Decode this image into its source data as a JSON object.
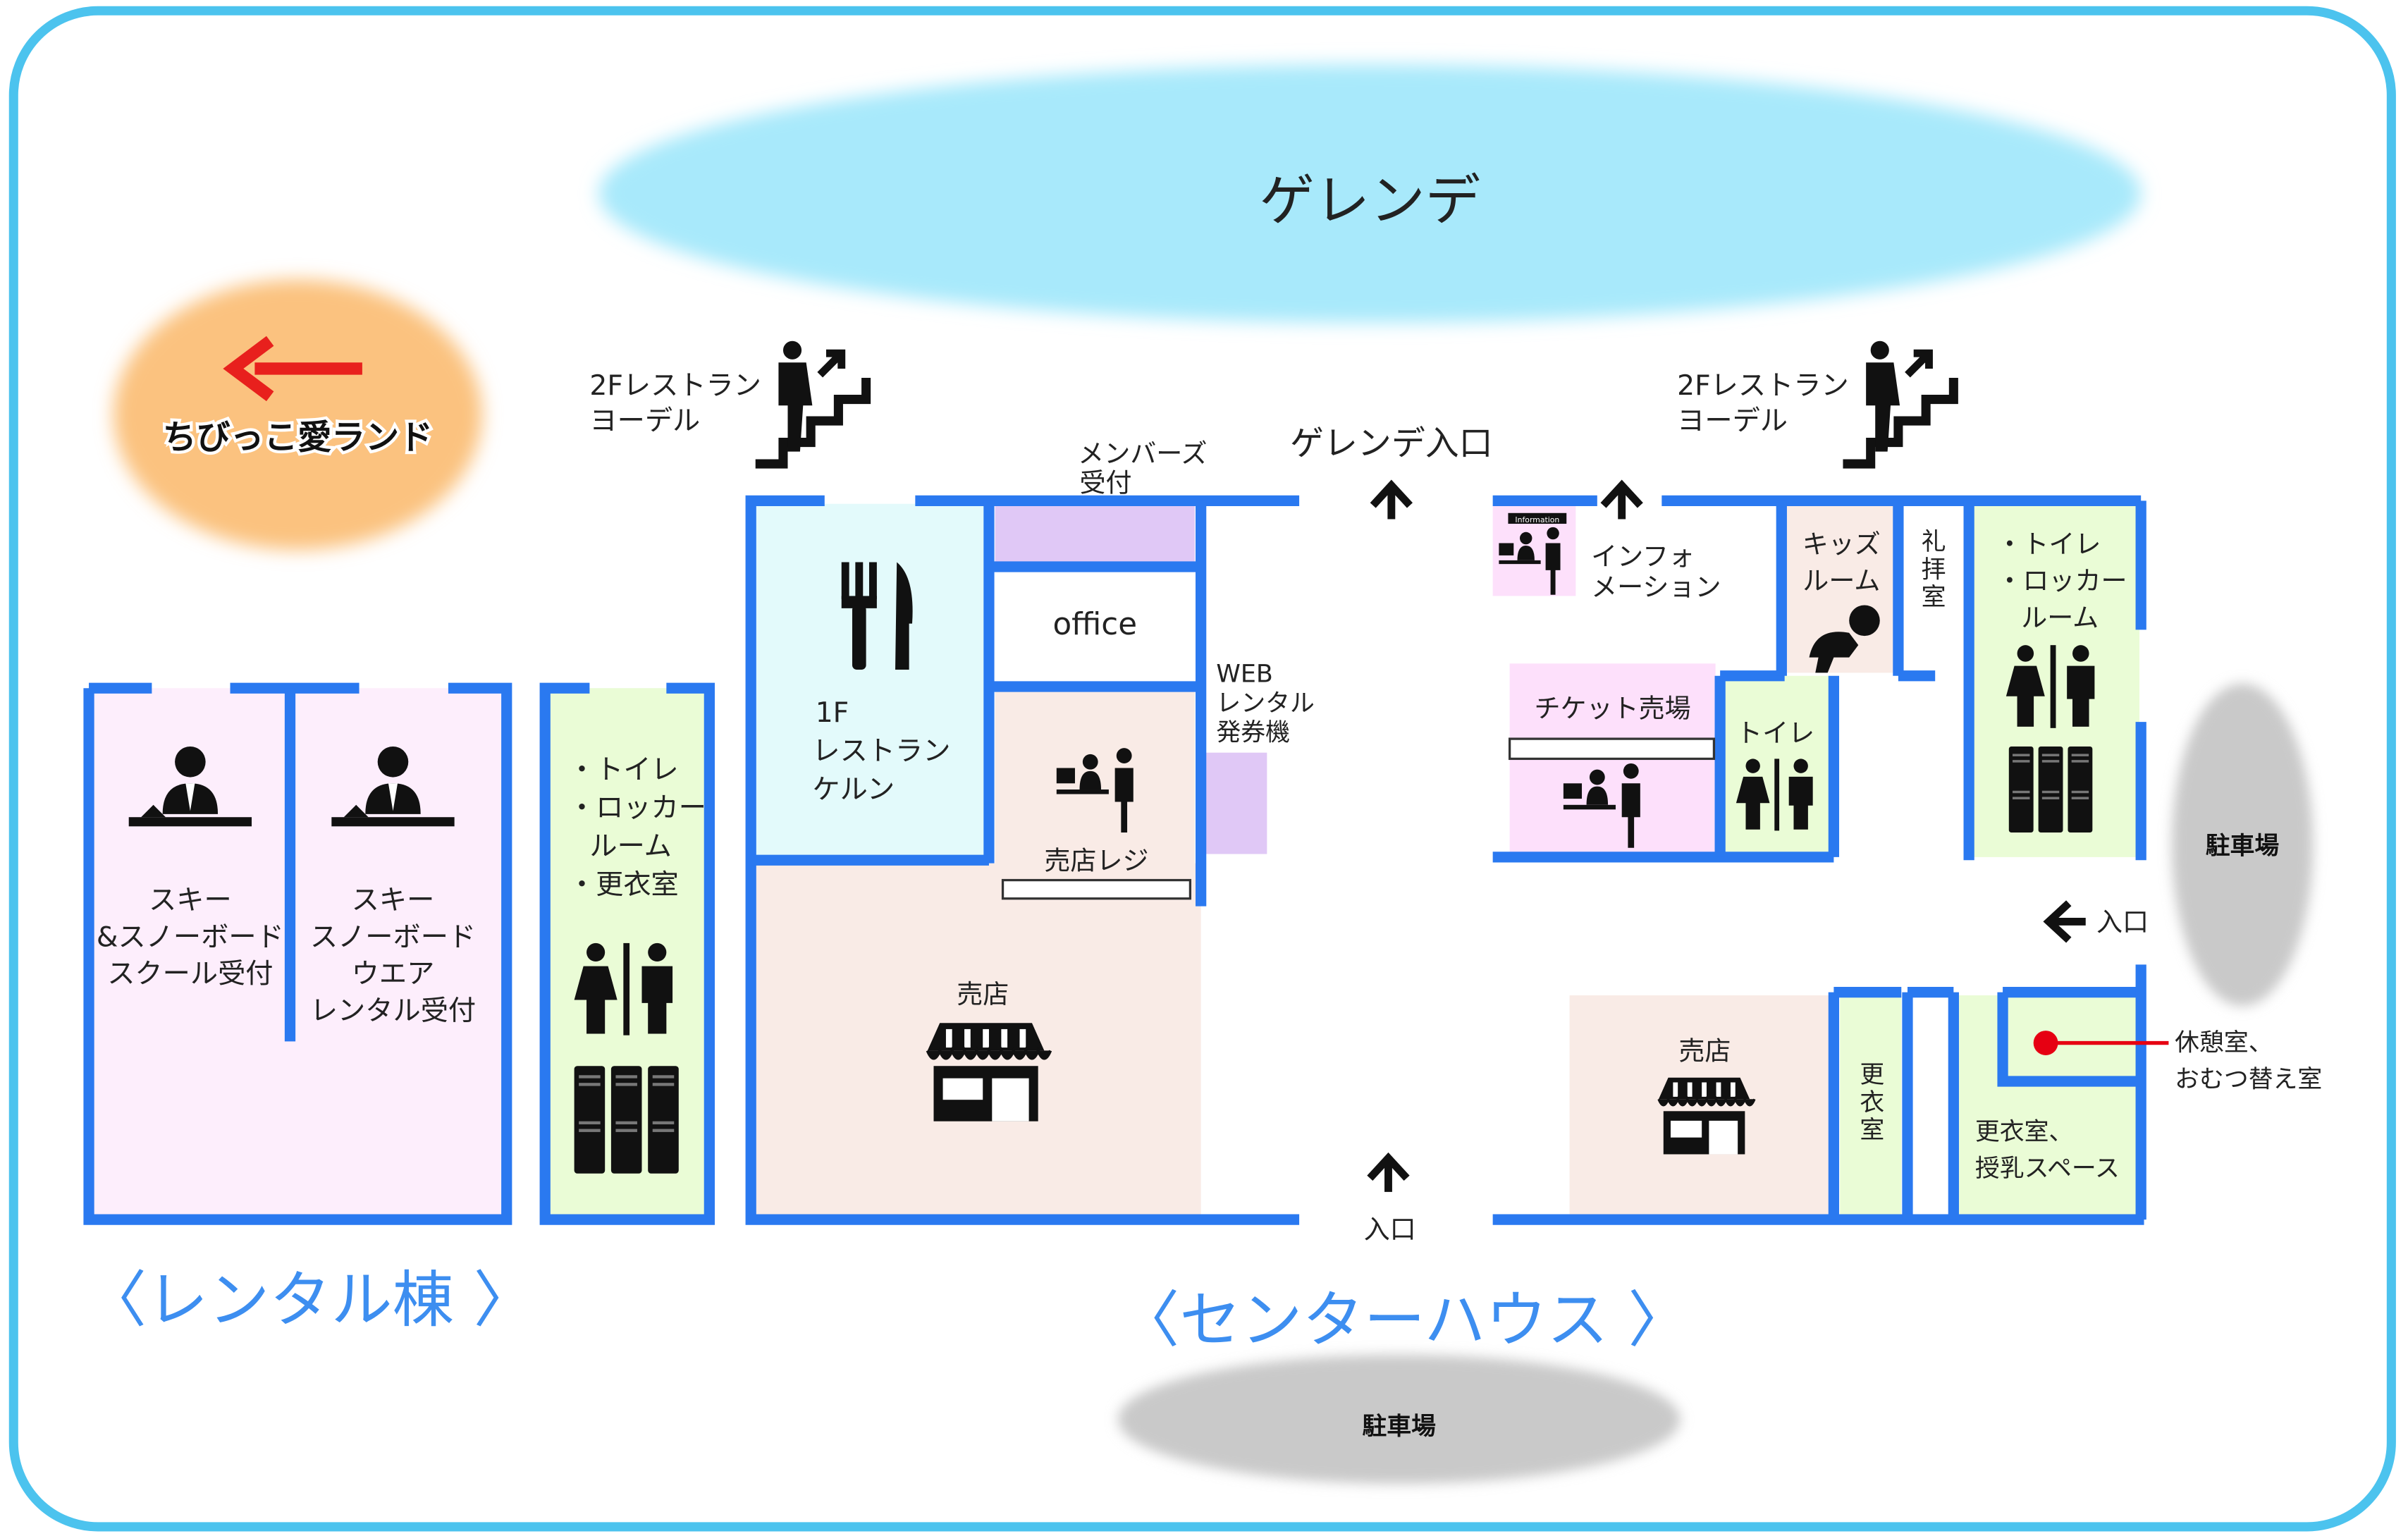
{
  "colors": {
    "frame": "#4cc3ee",
    "wall": "#2a79f0",
    "slope": "#a8e9fb",
    "kids_land": "#fbc27f",
    "parking": "#c9c9c9",
    "rental_room": "#fdeefc",
    "green_room": "#eafcd6",
    "restaurant": "#e3fafb",
    "shop": "#f9ebe6",
    "purple": "#e0c8f6",
    "arrow_red": "#e8201d",
    "dot_red": "#e60012"
  },
  "labels": {
    "slope": "ゲレンデ",
    "kids_land": "ちびっこ愛ランド",
    "stairs_left": [
      "2Fレストラン",
      "ヨーデル"
    ],
    "stairs_right": [
      "2Fレストラン",
      "ヨーデル"
    ],
    "members": [
      "メンバーズ",
      "受付"
    ],
    "slope_entrance": "ゲレンデ入口",
    "office": "office",
    "restaurant_1f": [
      "1F",
      "レストラン",
      "ケルン"
    ],
    "web_rental": [
      "WEB",
      "レンタル",
      "発券機"
    ],
    "shop_register": "売店レジ",
    "shop_main": "売店",
    "shop_right": "売店",
    "information": [
      "インフォ",
      "メーション"
    ],
    "information_sign": "Information",
    "ticket": "チケット売場",
    "toilet_small": "トイレ",
    "kids_room": [
      "キッズ",
      "ルーム"
    ],
    "prayer_room": [
      "礼",
      "拝",
      "室"
    ],
    "locker_right": [
      "・トイレ",
      "・ロッカー",
      "ルーム"
    ],
    "locker_left": [
      "・トイレ",
      "・ロッカー",
      "ルーム",
      "・更衣室"
    ],
    "ski_school": [
      "スキー",
      "&スノーボード",
      "スクール受付"
    ],
    "wear_rental": [
      "スキー",
      "スノーボード",
      "ウエア",
      "レンタル受付"
    ],
    "changing_vertical": [
      "更",
      "衣",
      "室"
    ],
    "changing_nursing": [
      "更衣室、",
      "授乳スペース"
    ],
    "rest_room": [
      "休憩室、",
      "おむつ替え室"
    ],
    "entrance_bottom": "入口",
    "entrance_right": "入口",
    "parking_right": "駐車場",
    "parking_bottom": "駐車場",
    "rental_bldg": "〈レンタル棟 〉",
    "center_house": "〈センターハウス 〉"
  }
}
